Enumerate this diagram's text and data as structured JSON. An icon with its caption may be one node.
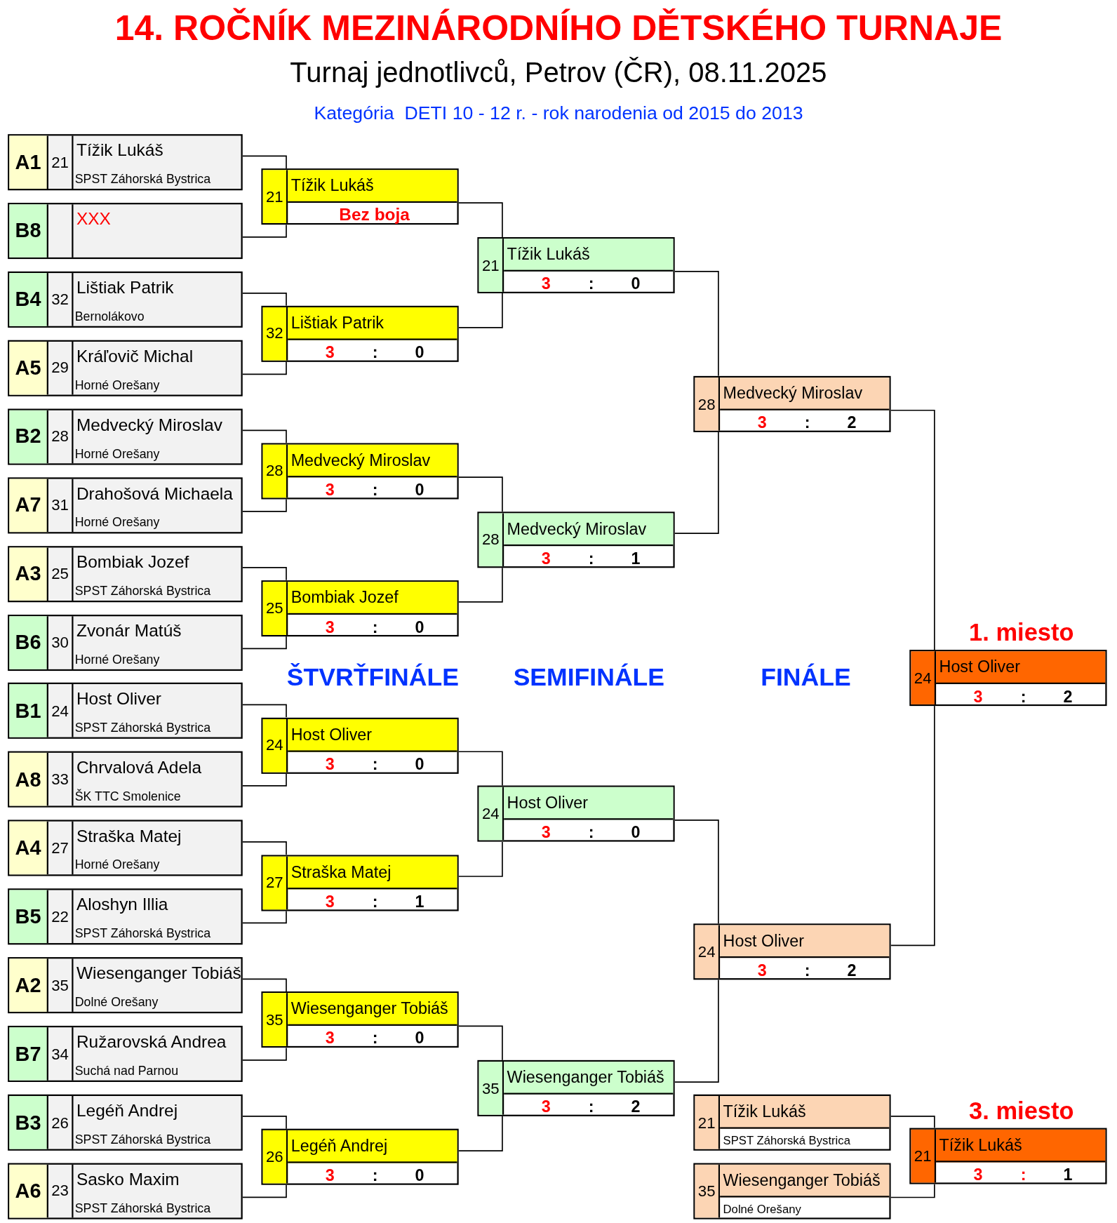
{
  "diagram": {
    "title": "14. ROČNÍK MEZINÁRODNÍHO DĚTSKÉHO TURNAJE",
    "nodes": [
      {
        "text": [
          "A1",
          "21",
          "Tížik Lukáš",
          "SPST Záhorská Bystrica"
        ]
      },
      {
        "text": [
          "B8",
          "XXX"
        ]
      },
      {
        "text": [
          "B4",
          "32",
          "Lištiak Patrik",
          "Bernolákovo"
        ]
      },
      {
        "text": [
          "A5",
          "29",
          "Kráľovič Michal",
          "Horné Orešany"
        ]
      },
      {
        "text": [
          "B2",
          "28",
          "Medvecký Miroslav",
          "Horné Orešany"
        ]
      },
      {
        "text": [
          "A7",
          "31",
          "Drahošová Michaela",
          "Horné Orešany"
        ]
      },
      {
        "text": [
          "A3",
          "25",
          "Bombiak Jozef",
          "SPST Záhorská Bystrica"
        ]
      },
      {
        "text": [
          "B6",
          "30",
          "Zvonár Matúš",
          "Horné Orešany"
        ]
      },
      {
        "text": [
          "B1",
          "24",
          "Host Oliver",
          "SPST Záhorská Bystrica"
        ]
      },
      {
        "text": [
          "A8",
          "33",
          "Chrvalová Adela",
          "ŠK TTC Smolenice"
        ]
      },
      {
        "text": [
          "A4",
          "27",
          "Straška Matej",
          "Horné Orešany"
        ]
      },
      {
        "text": [
          "B5",
          "22",
          "Aloshyn Illia",
          "SPST Záhorská Bystrica"
        ]
      },
      {
        "text": [
          "A2",
          "35",
          "Wiesenganger Tobiáš",
          "Dolné Orešany"
        ]
      },
      {
        "text": [
          "B7",
          "34",
          "Ružarovská Andrea",
          "Suchá nad Parnou"
        ]
      },
      {
        "text": [
          "B3",
          "26",
          "Legéň Andrej",
          "SPST Záhorská Bystrica"
        ]
      },
      {
        "text": [
          "A6",
          "23",
          "Sasko Maxim",
          "SPST Záhorská Bystrica"
        ]
      },
      {
        "text": [
          "21",
          "Tížik Lukáš",
          "Bez boja"
        ]
      },
      {
        "text": [
          "32",
          "Lištiak Patrik",
          "3",
          ":",
          "0"
        ]
      },
      {
        "text": [
          "28",
          "Medvecký Miroslav",
          "3",
          ":",
          "0"
        ]
      },
      {
        "text": [
          "25",
          "Bombiak Jozef",
          "3",
          ":",
          "0"
        ]
      },
      {
        "text": [
          "24",
          "Host Oliver",
          "3",
          ":",
          "0"
        ]
      },
      {
        "text": [
          "27",
          "Straška Matej",
          "3",
          ":",
          "1"
        ]
      },
      {
        "text": [
          "35",
          "Wiesenganger Tobiáš",
          "3",
          ":",
          "0"
        ]
      },
      {
        "text": [
          "26",
          "Legéň Andrej",
          "3",
          ":",
          "0"
        ]
      },
      {
        "text": [
          "21",
          "Tížik Lukáš",
          "3",
          ":",
          "0"
        ]
      },
      {
        "text": [
          "28",
          "Medvecký Miroslav",
          "3",
          ":",
          "1"
        ]
      },
      {
        "text": [
          "24",
          "Host Oliver",
          "3",
          ":",
          "0"
        ]
      },
      {
        "text": [
          "35",
          "Wiesenganger Tobiáš",
          "3",
          ":",
          "2"
        ]
      },
      {
        "text": [
          "28",
          "Medvecký Miroslav",
          "3",
          ":",
          "2"
        ]
      },
      {
        "text": [
          "24",
          "Host Oliver",
          "3",
          ":",
          "2"
        ]
      },
      {
        "text": [
          "24",
          "Host Oliver",
          "3",
          ":",
          "2"
        ],
        "beside": [
          "1. miesto"
        ]
      },
      {
        "text": [
          "21",
          "Tížik Lukáš",
          "SPST Záhorská Bystrica"
        ]
      },
      {
        "text": [
          "35",
          "Wiesenganger Tobiáš",
          "Dolné Orešany"
        ]
      },
      {
        "text": [
          "21",
          "Tížik Lukáš",
          "3",
          ":",
          "1"
        ],
        "beside": [
          "3. miesto"
        ]
      }
    ],
    "edges": [
      {
        "from": 0,
        "to": 16,
        "arrow": "none"
      },
      {
        "from": 1,
        "to": 16,
        "arrow": "none"
      },
      {
        "from": 2,
        "to": 17,
        "arrow": "none"
      },
      {
        "from": 3,
        "to": 17,
        "arrow": "none"
      },
      {
        "from": 4,
        "to": 18,
        "arrow": "none"
      },
      {
        "from": 5,
        "to": 18,
        "arrow": "none"
      },
      {
        "from": 6,
        "to": 19,
        "arrow": "none"
      },
      {
        "from": 7,
        "to": 19,
        "arrow": "none"
      },
      {
        "from": 8,
        "to": 20,
        "arrow": "none"
      },
      {
        "from": 9,
        "to": 20,
        "arrow": "none"
      },
      {
        "from": 10,
        "to": 21,
        "arrow": "none"
      },
      {
        "from": 11,
        "to": 21,
        "arrow": "none"
      },
      {
        "from": 12,
        "to": 22,
        "arrow": "none"
      },
      {
        "from": 13,
        "to": 22,
        "arrow": "none"
      },
      {
        "from": 14,
        "to": 23,
        "arrow": "none"
      },
      {
        "from": 15,
        "to": 23,
        "arrow": "none"
      },
      {
        "from": 16,
        "to": 24,
        "arrow": "none"
      },
      {
        "from": 17,
        "to": 24,
        "arrow": "none"
      },
      {
        "from": 18,
        "to": 25,
        "arrow": "none"
      },
      {
        "from": 19,
        "to": 25,
        "arrow": "none"
      },
      {
        "from": 20,
        "to": 26,
        "arrow": "none"
      },
      {
        "from": 21,
        "to": 26,
        "arrow": "none"
      },
      {
        "from": 22,
        "to": 27,
        "arrow": "none"
      },
      {
        "from": 23,
        "to": 27,
        "arrow": "none"
      },
      {
        "from": 24,
        "to": 28,
        "arrow": "none"
      },
      {
        "from": 25,
        "to": 28,
        "arrow": "none"
      },
      {
        "from": 26,
        "to": 29,
        "arrow": "none"
      },
      {
        "from": 27,
        "to": 29,
        "arrow": "none"
      },
      {
        "from": 28,
        "to": 30,
        "arrow": "none"
      },
      {
        "from": 29,
        "to": 30,
        "arrow": "none"
      },
      {
        "from": 31,
        "to": 33,
        "arrow": "none"
      },
      {
        "from": 32,
        "to": 33,
        "arrow": "none"
      }
    ],
    "labels": [
      "Turnaj jednotlivců, Petrov (ČR), 08.11.2025",
      "Kategória  DETI 10 - 12 r. - rok narodenia od 2015 do 2013",
      "ŠTVRŤFINÁLE",
      "SEMIFINÁLE",
      "FINÁLE"
    ]
  }
}
